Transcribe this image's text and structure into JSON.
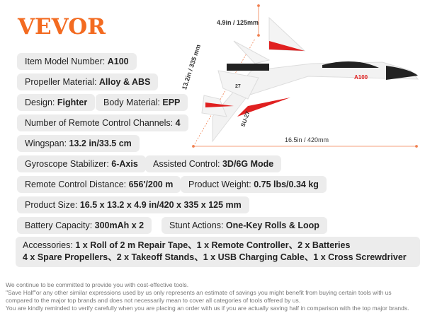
{
  "brand": "VEVOR",
  "specs": {
    "model": {
      "label": "Item Model Number: ",
      "value": "A100"
    },
    "propeller": {
      "label": "Propeller Material: ",
      "value": "Alloy & ABS"
    },
    "design": {
      "label": "Design: ",
      "value": "Fighter"
    },
    "body": {
      "label": "Body Material: ",
      "value": "EPP"
    },
    "channels": {
      "label": "Number of Remote Control Channels: ",
      "value": "4"
    },
    "wingspan": {
      "label": "Wingspan: ",
      "value": "13.2 in/33.5 cm"
    },
    "gyro": {
      "label": "Gyroscope Stabilizer: ",
      "value": "6-Axis"
    },
    "assisted": {
      "label": "Assisted Control: ",
      "value": "3D/6G Mode"
    },
    "distance": {
      "label": "Remote Control Distance: ",
      "value": "656'/200 m"
    },
    "weight": {
      "label": "Product Weight: ",
      "value": "0.75 lbs/0.34 kg"
    },
    "size": {
      "label": "Product Size: ",
      "value": "16.5 x 13.2 x 4.9 in/420 x 335 x 125 mm"
    },
    "battery": {
      "label": "Battery Capacity: ",
      "value": "300mAh x 2"
    },
    "stunt": {
      "label": "Stunt Actions: ",
      "value": "One-Key Rolls & Loop"
    },
    "accessories": {
      "label": "Accessories: ",
      "line1": "1 x Roll of 2 m Repair Tape、1 x Remote Controller、2 x Batteries",
      "line2": "4 x Spare Propellers、2 x Takeoff Stands、1 x USB Charging Cable、1 x Cross Screwdriver"
    }
  },
  "dimensions": {
    "height": "4.9in / 125mm",
    "width": "13.2in / 335 mm",
    "length": "16.5in / 420mm"
  },
  "plane_labels": {
    "model": "A100",
    "number": "27",
    "name": "SU-27"
  },
  "disclaimer": [
    "We continue to be committed to provide you with cost-effective tools.",
    "\"Save Half\"or any other similar expressions used by us only represents an estimate of savings you might benefit from buying certain tools with us",
    "compared to the major top brands and does not necessarily mean to cover all categories of tools offered by us.",
    "You are kindly reminded to verify carefully when you are placing an order with us if you are actually saving half in comparison with the top major brands."
  ],
  "colors": {
    "brand": "#f36b21",
    "pill": "#ececec",
    "accent": "#e02020"
  }
}
